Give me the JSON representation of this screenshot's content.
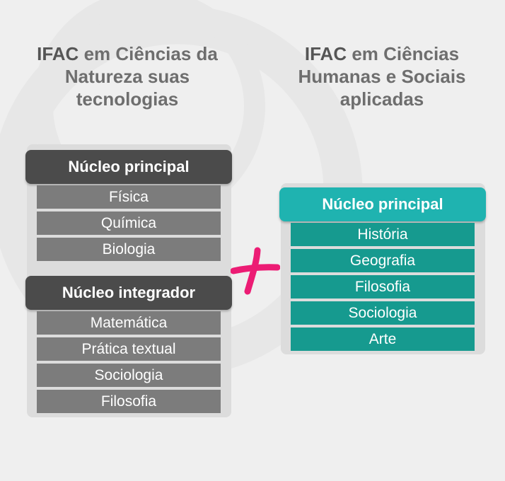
{
  "left_column": {
    "heading_bold": "IFAC",
    "heading_rest": " em Ciências da Natureza suas tecnologias",
    "groups": [
      {
        "title": "Núcleo principal",
        "subjects": [
          "Física",
          "Química",
          "Biologia"
        ]
      },
      {
        "title": "Núcleo integrador",
        "subjects": [
          "Matemática",
          "Prática textual",
          "Sociologia",
          "Filosofia"
        ]
      }
    ]
  },
  "right_column": {
    "heading_bold": "IFAC",
    "heading_rest": " em Ciências Humanas e Sociais aplicadas",
    "groups": [
      {
        "title": "Núcleo principal",
        "subjects": [
          "História",
          "Geografia",
          "Filosofia",
          "Sociologia",
          "Arte"
        ]
      }
    ]
  },
  "connector": {
    "icon": "plus-icon",
    "color": "#ec1c74"
  },
  "colors": {
    "dark_header": "#4b4b4b",
    "gray_item": "#7c7c7c",
    "teal_header": "#1fb3b0",
    "green_item": "#169a8f",
    "panel": "#dcdcdc"
  }
}
